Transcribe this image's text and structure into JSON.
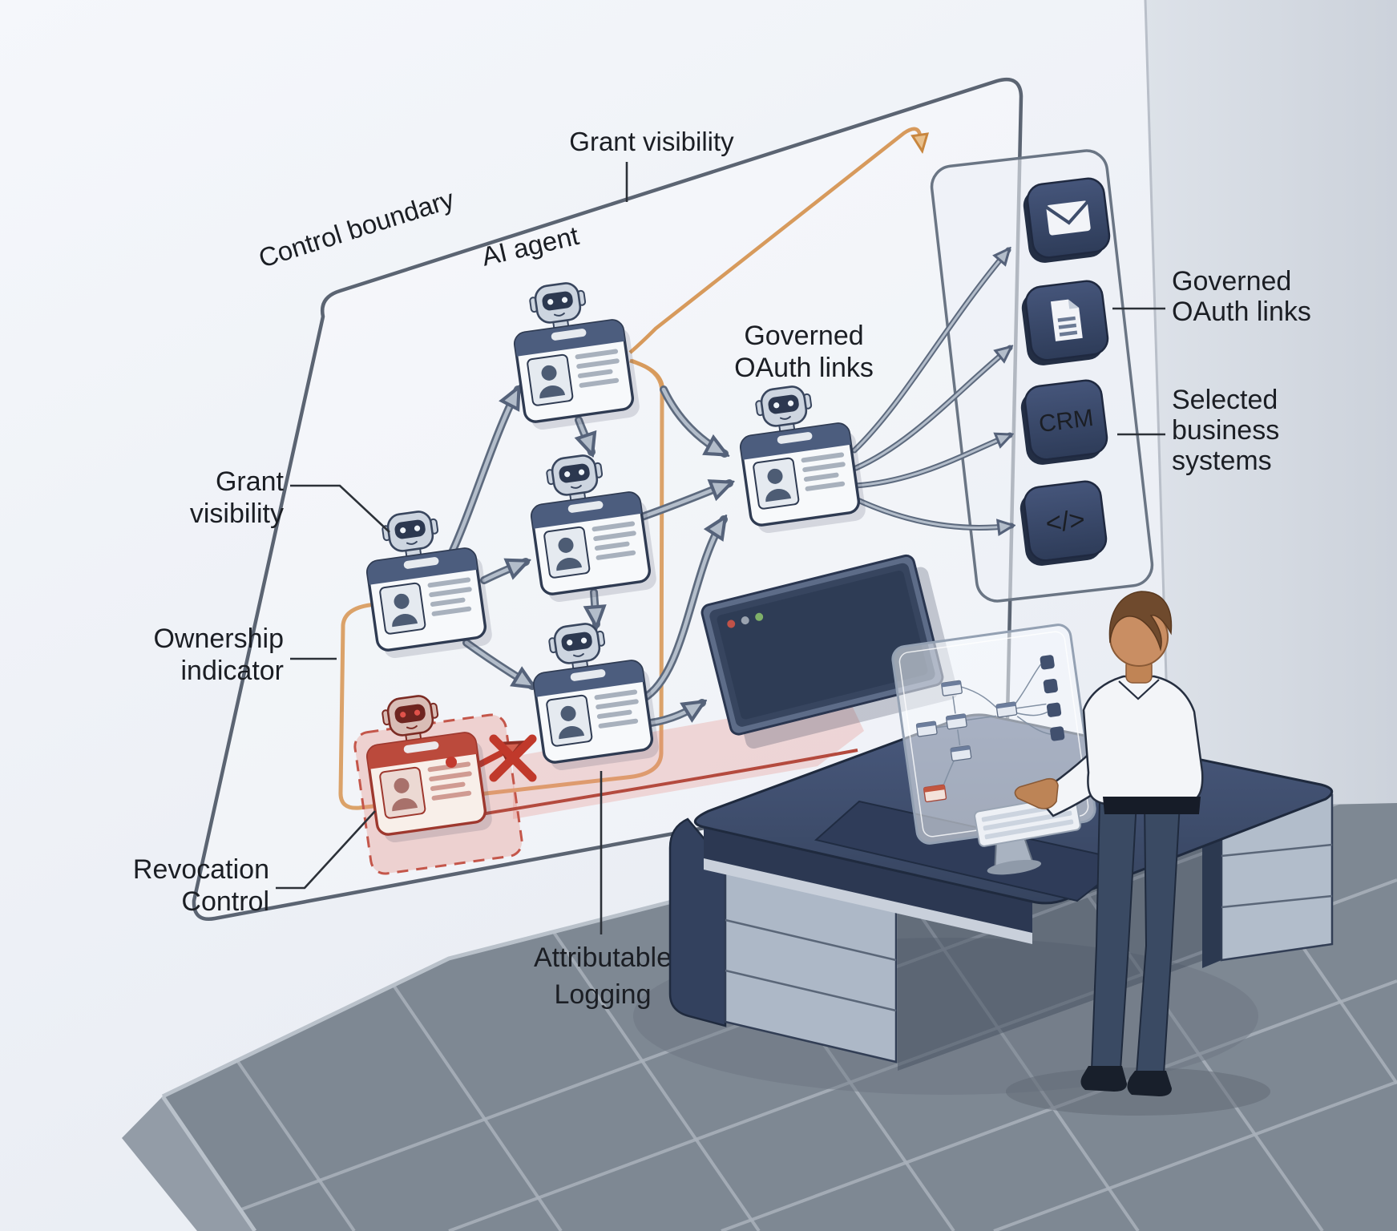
{
  "labels": {
    "control_boundary": "Control boundary",
    "grant_visibility_top": "Grant visibility",
    "ai_agent": "AI agent",
    "governed_center_l1": "Governed",
    "governed_center_l2": "OAuth links",
    "grant_left_l1": "Grant",
    "grant_left_l2": "visibility",
    "ownership_l1": "Ownership",
    "ownership_l2": "indicator",
    "revocation_l1": "Revocation",
    "revocation_l2": "Control",
    "attributable_l1": "Attributable",
    "attributable_l2": "Logging",
    "governed_right_l1": "Governed",
    "governed_right_l2": "OAuth links",
    "selected_l1": "Selected",
    "selected_l2": "business",
    "selected_l3": "systems"
  },
  "system_icons": [
    {
      "name": "email",
      "glyph": "envelope"
    },
    {
      "name": "document",
      "glyph": "document-page"
    },
    {
      "name": "crm",
      "label": "CRM"
    },
    {
      "name": "code",
      "label": "</>"
    }
  ],
  "colors": {
    "accent_orange": "#d79a5c",
    "alert_red": "#c0392b",
    "icon_navy": "#3b4a68",
    "boundary_gray": "#5b6472",
    "card_header": "#4c5d7e",
    "wall": "#eef1f6",
    "right_wall": "#d5dae2",
    "floor": "#7e8893",
    "desk_navy": "#3f4f70"
  }
}
